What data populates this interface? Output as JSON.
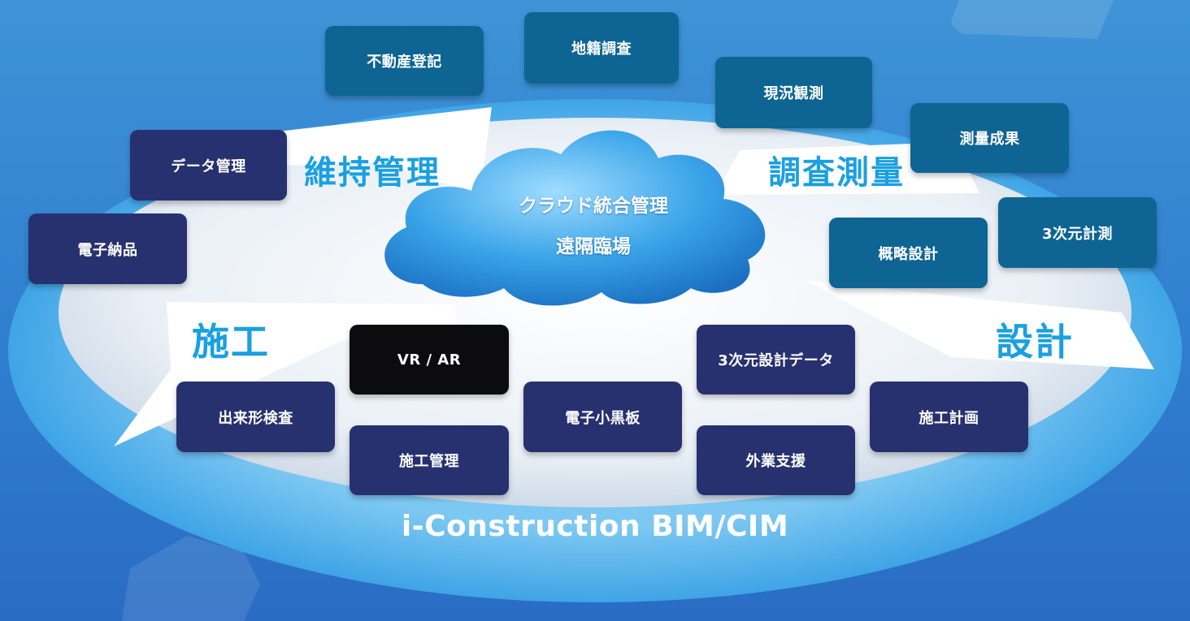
{
  "center": {
    "line1": "クラウド統合管理",
    "line2": "遠隔臨場"
  },
  "phases": {
    "maintenance": "維持管理",
    "survey": "調査測量",
    "construction": "施工",
    "design": "設計"
  },
  "tiles": {
    "real_estate_registration": "不動産登記",
    "cadastral_survey": "地籍調査",
    "current_observation": "現況観測",
    "survey_results": "測量成果",
    "data_management": "データ管理",
    "electronic_delivery": "電子納品",
    "rough_design": "概略設計",
    "measurement_3d": "3次元計測",
    "vr_ar": "VR / AR",
    "design_data_3d": "3次元設計データ",
    "as_built_inspection": "出来形検査",
    "electronic_blackboard": "電子小黒板",
    "construction_plan": "施工計画",
    "construction_management": "施工管理",
    "field_work_support": "外業支援"
  },
  "footer": "i-Construction BIM/CIM",
  "colors": {
    "navy_tile": "#27316f",
    "teal_tile": "#0e6593",
    "black_tile": "#0c0c0f",
    "phase_text": "#1aa0e0",
    "background": "#3f93d6"
  }
}
